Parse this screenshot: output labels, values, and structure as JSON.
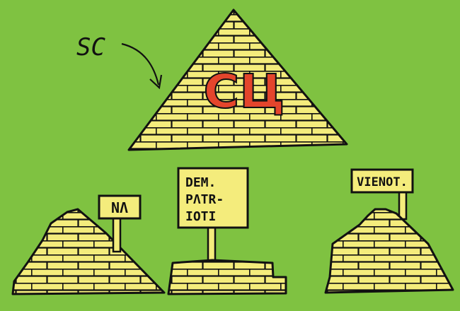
{
  "colors": {
    "background": "#7fc241",
    "brick": "#f4ec7c",
    "outline": "#111111",
    "logo_red": "#e4452c"
  },
  "main_pyramid": {
    "annotation": "SC",
    "logo": "СЦ"
  },
  "signs": [
    {
      "lines": [
        "NΛ"
      ]
    },
    {
      "lines": [
        "DEM.",
        "PΛTR-",
        "IOTI"
      ]
    },
    {
      "lines": [
        "VIENOT."
      ]
    }
  ]
}
